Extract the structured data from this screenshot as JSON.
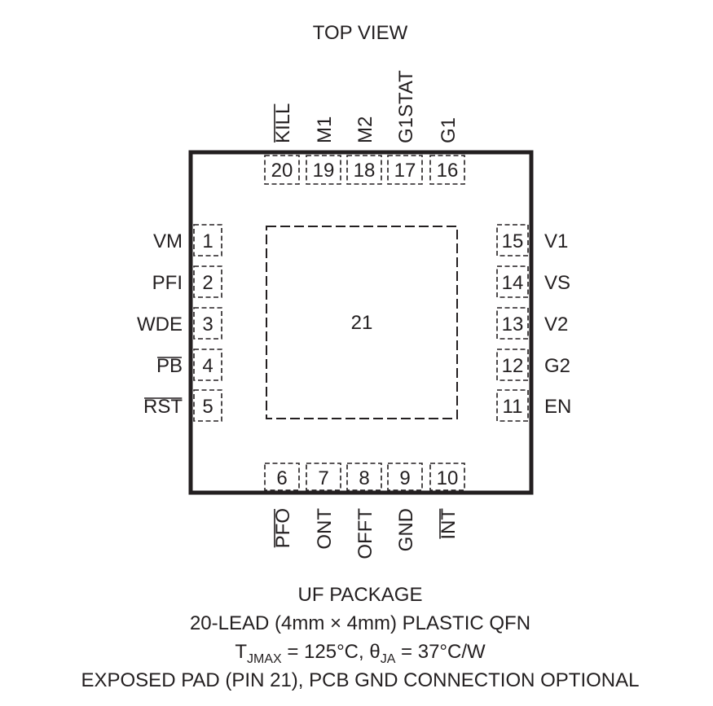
{
  "title": "TOP VIEW",
  "package": {
    "exposed_pad_number": "21",
    "caption_line1": "UF PACKAGE",
    "caption_line2": "20-LEAD (4mm × 4mm) PLASTIC QFN",
    "thermal": {
      "tj_symbol": "T",
      "tj_subscript": "JMAX",
      "tj_value": " = 125°C, ",
      "theta_symbol": "θ",
      "theta_subscript": "JA",
      "theta_value": " = 37°C/W"
    },
    "caption_line4": "EXPOSED PAD (PIN 21), PCB GND CONNECTION OPTIONAL"
  },
  "pins": {
    "left": [
      {
        "number": "1",
        "name": "VM",
        "overbar": false
      },
      {
        "number": "2",
        "name": "PFI",
        "overbar": false
      },
      {
        "number": "3",
        "name": "WDE",
        "overbar": false
      },
      {
        "number": "4",
        "name": "PB",
        "overbar": true
      },
      {
        "number": "5",
        "name": "RST",
        "overbar": true
      }
    ],
    "bottom": [
      {
        "number": "6",
        "name": "PFO",
        "overbar": true
      },
      {
        "number": "7",
        "name": "ONT",
        "overbar": false
      },
      {
        "number": "8",
        "name": "OFFT",
        "overbar": false
      },
      {
        "number": "9",
        "name": "GND",
        "overbar": false
      },
      {
        "number": "10",
        "name": "INT",
        "overbar": true
      }
    ],
    "right": [
      {
        "number": "11",
        "name": "EN",
        "overbar": false
      },
      {
        "number": "12",
        "name": "G2",
        "overbar": false
      },
      {
        "number": "13",
        "name": "V2",
        "overbar": false
      },
      {
        "number": "14",
        "name": "VS",
        "overbar": false
      },
      {
        "number": "15",
        "name": "V1",
        "overbar": false
      }
    ],
    "top": [
      {
        "number": "16",
        "name": "G1",
        "overbar": false
      },
      {
        "number": "17",
        "name": "G1STAT",
        "overbar": false
      },
      {
        "number": "18",
        "name": "M2",
        "overbar": false
      },
      {
        "number": "19",
        "name": "M1",
        "overbar": false
      },
      {
        "number": "20",
        "name": "KILL",
        "overbar": true
      }
    ]
  }
}
